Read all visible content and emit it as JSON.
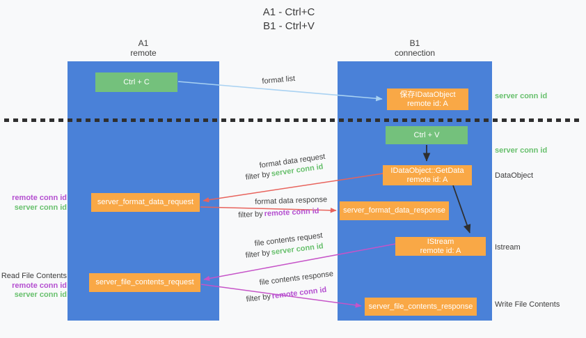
{
  "title": {
    "line1": "A1 - Ctrl+C",
    "line2": "B1 - Ctrl+V"
  },
  "columns": {
    "left": {
      "name": "A1",
      "role": "remote"
    },
    "right": {
      "name": "B1",
      "role": "connection"
    }
  },
  "nodes": {
    "ctrl_c": {
      "label": "Ctrl + C"
    },
    "save_idataobject": {
      "line1": "保存IDataObject",
      "line2": "remote id: A"
    },
    "ctrl_v": {
      "label": "Ctrl + V"
    },
    "getdata": {
      "line1": "IDataObject::GetData",
      "line2": "remote id: A"
    },
    "server_format_data_request": {
      "label": "server_format_data_request"
    },
    "server_format_data_response": {
      "label": "server_format_data_response"
    },
    "istream": {
      "line1": "IStream",
      "line2": "remote id: A"
    },
    "server_file_contents_request": {
      "label": "server_file_contents_request"
    },
    "server_file_contents_response": {
      "label": "server_file_contents_response"
    }
  },
  "side_labels": {
    "server_conn_id_top": "server conn id",
    "server_conn_id_mid": "server conn id",
    "data_object": "DataObject",
    "istream": "Istream",
    "write_file_contents": "Write File Contents",
    "read_file_contents": "Read File Contents",
    "remote_conn_id_1": "remote conn id",
    "server_conn_id_1": "server conn id",
    "remote_conn_id_2": "remote conn id",
    "server_conn_id_2": "server conn id"
  },
  "flow_labels": {
    "format_list": "format list",
    "format_data_request": "format data request",
    "filter_by_1": "filter by",
    "filter_value_1": "server conn id",
    "format_data_response": "format data response",
    "filter_by_2": "filter by",
    "filter_value_2": "remote conn id",
    "file_contents_request": "file contents request",
    "filter_by_3": "filter by",
    "filter_value_3": "server conn id",
    "file_contents_response": "file contents response",
    "filter_by_4": "filter by",
    "filter_value_4": "remote conn id"
  },
  "colors": {
    "column_blue": "#4a81d8",
    "box_green": "#74c17c",
    "box_orange": "#f9a846",
    "text_green": "#68c06d",
    "text_purple": "#b44fd0",
    "text_dark": "#3b3b3b",
    "arrow_light_blue": "#a9d2f2",
    "arrow_red": "#e8635c",
    "arrow_magenta": "#c654c8",
    "arrow_black": "#2f2f2f",
    "background": "#f8f9fa"
  }
}
